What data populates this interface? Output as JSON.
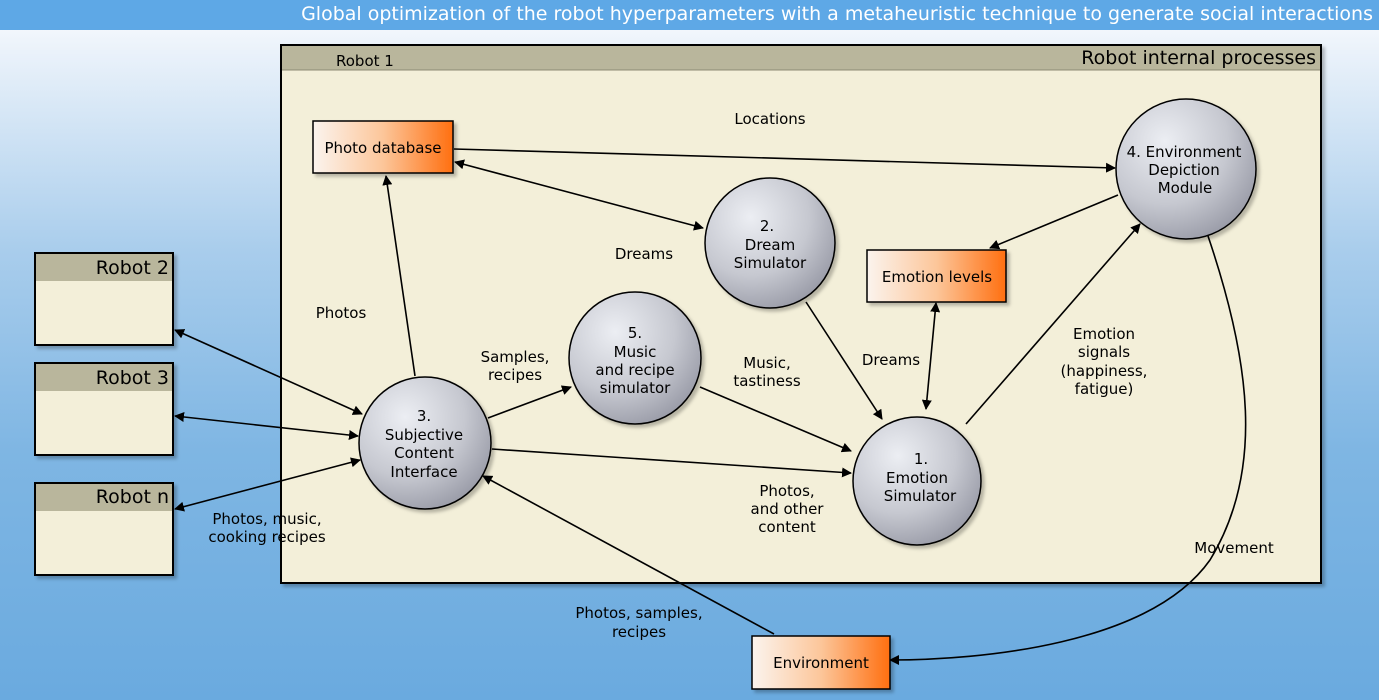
{
  "title": "Global optimization of the robot hyperparameters with a metaheuristic technique to generate social interactions",
  "main_panel": {
    "robot_name": "Robot 1",
    "heading": "Robot internal processes"
  },
  "robots": [
    "Robot 2",
    "Robot 3",
    "Robot n"
  ],
  "boxes": {
    "photo_database": "Photo database",
    "emotion_levels": "Emotion levels",
    "environment": "Environment"
  },
  "modules": {
    "emotion": [
      "1.",
      "Emotion",
      "Simulator"
    ],
    "dream": [
      "2.",
      "Dream",
      "Simulator"
    ],
    "subjective": [
      "3.",
      "Subjective",
      "Content",
      "Interface"
    ],
    "environment_depiction": [
      "4. Environment",
      "Depiction",
      "Module"
    ],
    "music": [
      "5.",
      "Music",
      "and recipe",
      "simulator"
    ]
  },
  "labels": {
    "locations": "Locations",
    "dreams_1": "Dreams",
    "dreams_2": "Dreams",
    "photos": "Photos",
    "samples_recipes": [
      "Samples,",
      "recipes"
    ],
    "music_tastiness": [
      "Music,",
      "tastiness"
    ],
    "emotion_signals": [
      "Emotion",
      "signals",
      "(happiness,",
      "fatigue)"
    ],
    "photos_other": [
      "Photos,",
      "and other",
      "content"
    ],
    "photos_music": [
      "Photos, music,",
      "cooking recipes"
    ],
    "photos_samples": [
      "Photos, samples,",
      "recipes"
    ],
    "movement": "Movement"
  },
  "colors": {
    "title_bar": "#5ea8e6",
    "panel_fill": "#f3efd9",
    "panel_header": "#b9b69c",
    "orange": "#ff7a1a",
    "circle_light": "#e6e7ee",
    "circle_dark": "#9a9ca8"
  }
}
